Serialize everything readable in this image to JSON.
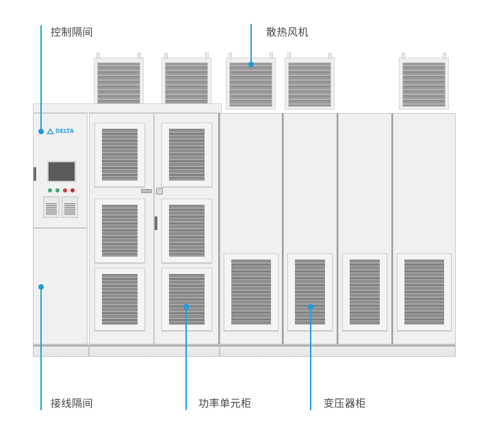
{
  "labels": {
    "control_compartment": "控制隔间",
    "cooling_fans": "散热风机",
    "wiring_compartment": "接线隔间",
    "power_cell_cabinet": "功率单元柜",
    "transformer_cabinet": "变压器柜"
  },
  "brand": {
    "logo_text": "DELTA",
    "logo_color": "#3aa0e0"
  },
  "colors": {
    "leader_line": "#1ea0dc",
    "indicator_lamps": [
      "#3aa870",
      "#3aa870",
      "#d03a3a",
      "#c02828"
    ]
  },
  "fans_count": 5,
  "control_panel": {
    "indicator_lamps": 4,
    "filters": 2
  }
}
